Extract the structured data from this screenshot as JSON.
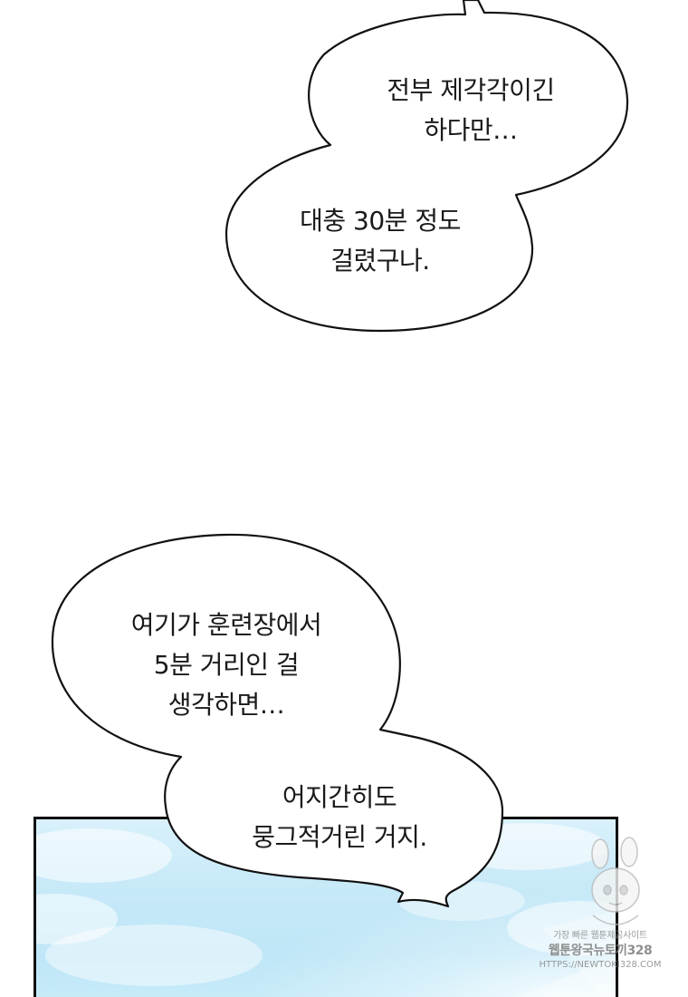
{
  "bubbles": {
    "top_upper": {
      "lines": [
        "전부 제각각이긴",
        "하다만…"
      ]
    },
    "top_lower": {
      "lines": [
        "대충 30분 정도",
        "걸렸구나."
      ]
    },
    "bottom_upper": {
      "lines": [
        "여기가 훈련장에서",
        "5분 거리인 걸",
        "생각하면…"
      ]
    },
    "bottom_lower": {
      "lines": [
        "어지간히도",
        "뭉그적거린 거지."
      ]
    }
  },
  "watermark": {
    "line1": "가장 빠른 웹툰제공사이트",
    "line2": "웹툰왕국뉴토끼328",
    "line3": "HTTPS://NEWTOKI328.COM"
  },
  "colors": {
    "ink": "#1a1a1a",
    "sky": "#c7e9f8",
    "bubble_fill": "#ffffff",
    "bubble_outline": "#111111"
  }
}
